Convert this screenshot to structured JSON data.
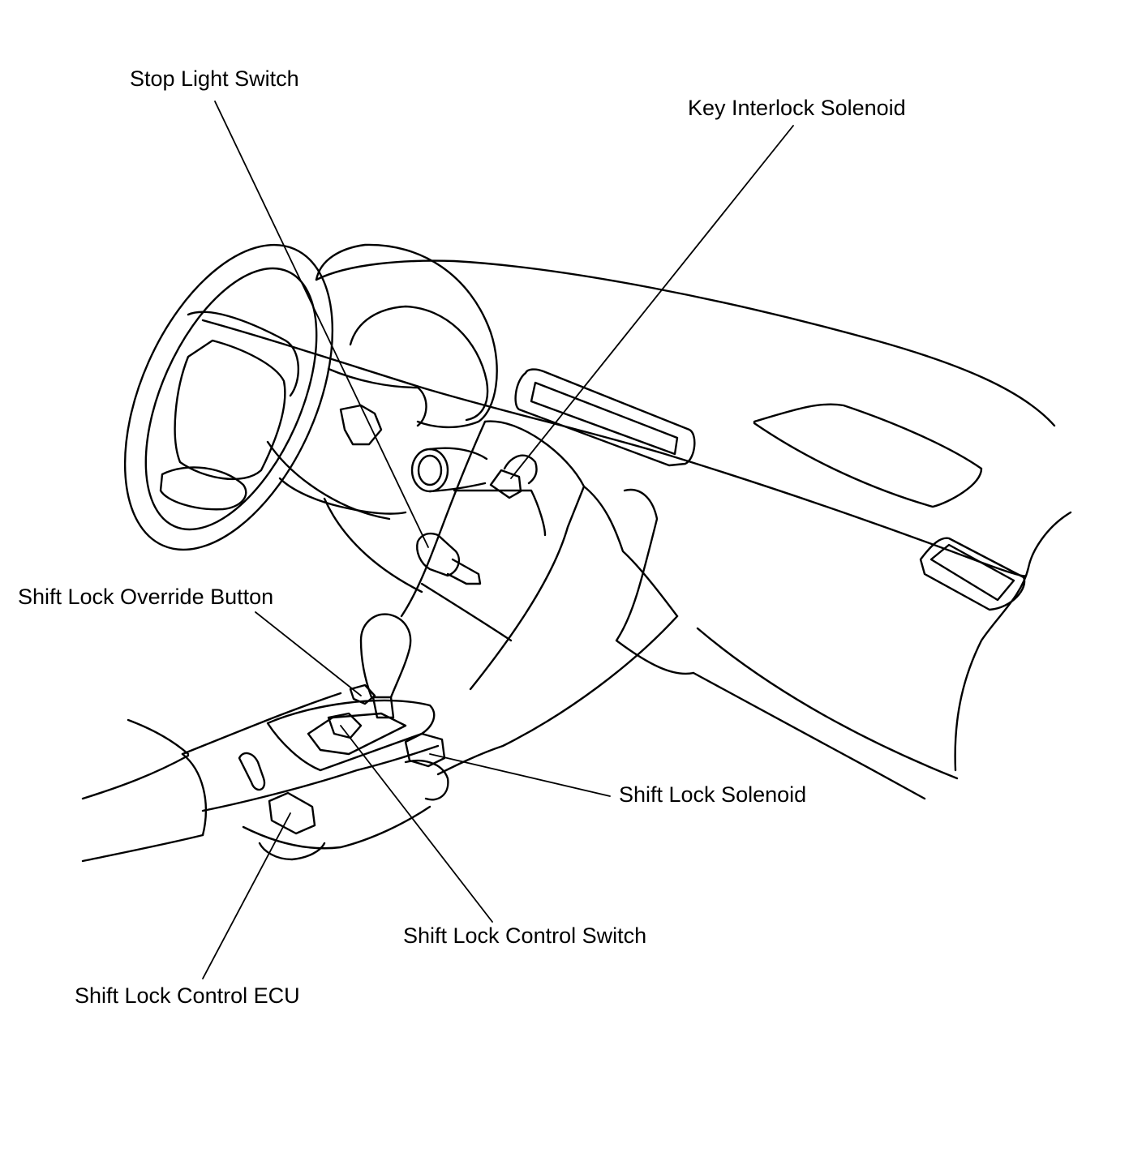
{
  "labels": {
    "stop_light_switch": "Stop Light Switch",
    "key_interlock_solenoid": "Key Interlock Solenoid",
    "shift_lock_override_button": "Shift Lock Override Button",
    "shift_lock_solenoid": "Shift Lock Solenoid",
    "shift_lock_control_switch": "Shift Lock Control Switch",
    "shift_lock_control_ecu": "Shift Lock Control ECU"
  },
  "colors": {
    "line": "#000000",
    "background": "#ffffff"
  }
}
